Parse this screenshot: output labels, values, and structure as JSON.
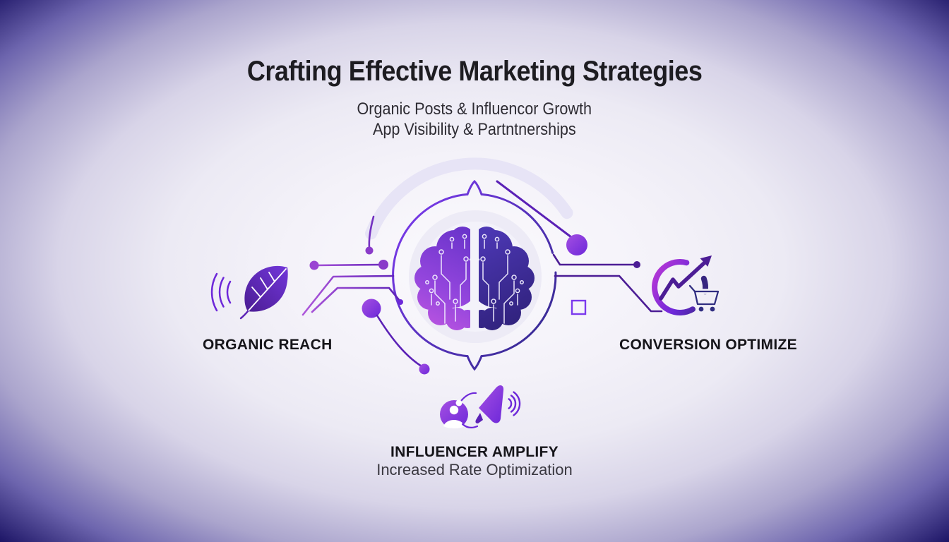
{
  "title": "Crafting Effective Marketing Strategies",
  "subtitle_line1": "Organic Posts & Influencor Growth",
  "subtitle_line2": "App Visibility & Partntnerships",
  "nodes": {
    "organic": {
      "label": "ORGANIC REACH"
    },
    "conversion": {
      "label": "CONVERSION OPTIMIZE"
    },
    "influencer": {
      "label": "INFLUENCER AMPLIFY",
      "sublabel": "Increased Rate Optimization"
    }
  },
  "icons": {
    "center": "circuit-brain-icon",
    "organic": "leaf-broadcast-icon",
    "conversion": "growth-chart-cart-icon",
    "influencer": "influencer-megaphone-icon"
  },
  "colors": {
    "background_edge": "#1d1566",
    "background_center": "#fbfafd",
    "accent_purple": "#7c3aed",
    "accent_indigo": "#312e81",
    "accent_magenta": "#b637d6",
    "light_ring": "#e7e4f6",
    "title_text": "#1d1c21",
    "body_text": "#2e2c33"
  }
}
